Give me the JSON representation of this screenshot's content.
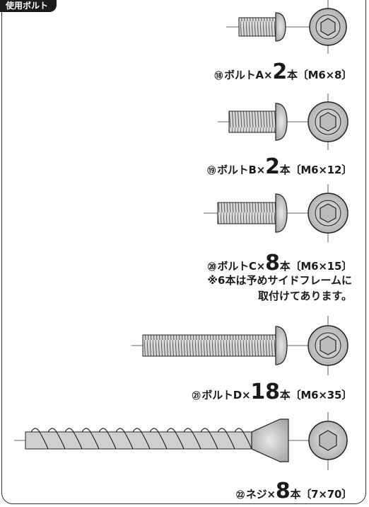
{
  "header": {
    "tag": "使用ボルト"
  },
  "bolts": [
    {
      "num": "⑱",
      "name": "ボルトA×",
      "qty": "2",
      "suffix": "本〔M6×8〕"
    },
    {
      "num": "⑲",
      "name": "ボルトB×",
      "qty": "2",
      "suffix": "本〔M6×12〕"
    },
    {
      "num": "⑳",
      "name": "ボルトC×",
      "qty": "8",
      "suffix": "本〔M6×15〕"
    },
    {
      "num": "㉑",
      "name": "ボルトD×",
      "qty": "18",
      "suffix": "本〔M6×35〕"
    },
    {
      "num": "㉒",
      "name": "ネジ×",
      "qty": "8",
      "suffix": "本〔7×70〕"
    }
  ],
  "note": {
    "line1": "※6本は予めサイドフレームに",
    "line2": "取付けてあります。"
  },
  "colors": {
    "metal": "#c8c8c8",
    "metal_dark": "#8a8a8a",
    "outline": "#222222"
  }
}
